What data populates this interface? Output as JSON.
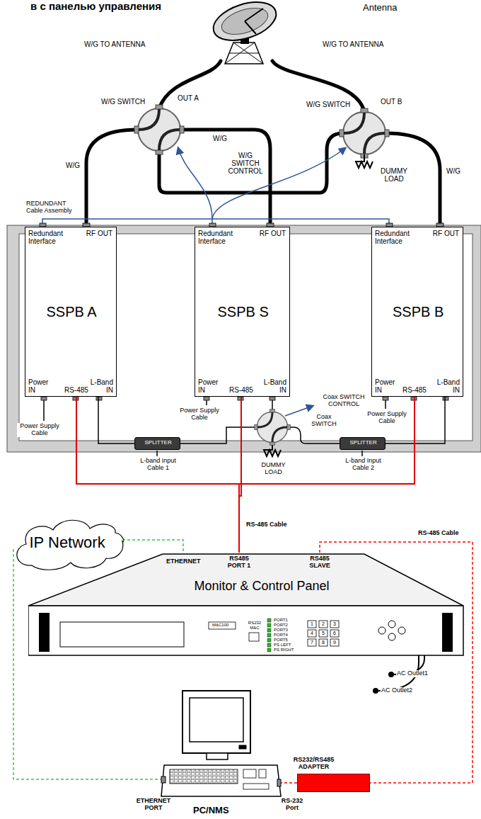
{
  "diagram": {
    "title": "в с панелью управления",
    "nodes": [
      {
        "text": [
          "Redundant Interface",
          "RF OUT",
          "SSPB A",
          "Power IN",
          "RS-485",
          "L-Band IN"
        ]
      },
      {
        "text": [
          "Redundant Interface",
          "RF OUT",
          "SSPB S",
          "Power IN",
          "RS-485",
          "L-Band IN"
        ]
      },
      {
        "text": [
          "Redundant Interface",
          "RF OUT",
          "SSPB B",
          "Power IN",
          "RS-485",
          "L-Band IN"
        ]
      },
      {
        "text": [
          "SPLITTER"
        ]
      },
      {
        "text": [
          "SPLITTER"
        ]
      },
      {
        "text": [
          "IP Network"
        ]
      },
      {
        "text": [
          "Monitor & Control Panel",
          "ETHERNET",
          "RS485 PORT 1",
          "RS485 SLAVE"
        ]
      },
      {
        "text": [
          "RS232/RS485 ADAPTER"
        ]
      }
    ],
    "edges": [
      {
        "from": 3,
        "to": 0,
        "arrow": "none"
      },
      {
        "from": 4,
        "to": 2,
        "arrow": "none"
      },
      {
        "from": 0,
        "to": 6,
        "arrow": "none"
      },
      {
        "from": 1,
        "to": 6,
        "label": "RS-485 Cable",
        "arrow": "none"
      },
      {
        "from": 2,
        "to": 6,
        "arrow": "none"
      },
      {
        "from": 5,
        "to": 6,
        "arrow": "none"
      },
      {
        "from": 6,
        "to": 7,
        "label": "RS-485 Cable",
        "arrow": "none"
      }
    ],
    "labels": [
      "Antenna",
      "W/G TO ANTENNA",
      "W/G TO ANTENNA",
      "OUT A",
      "OUT B",
      "W/G SWITCH",
      "W/G SWITCH",
      "W/G",
      "W/G",
      "W/G SWITCH CONTROL",
      "DUMMY LOAD",
      "W/G",
      "REDUNDANT Cable Assembly",
      "Coax SWITCH CONTROL",
      "Coax SWITCH",
      "Power Supply Cable",
      "Power Supply Cable",
      "Power Supply Cable",
      "DUMMY LOAD",
      "L-band Input Cable 1",
      "L-band Input Cable 2",
      "AC Outlet1",
      "AC Outlet2",
      "M&C100",
      "RS232 M&C",
      "PORT1",
      "PORT2",
      "PORT3",
      "PORT4",
      "PORT5",
      "PS LEFT",
      "PS RIGHT",
      "1",
      "2",
      "3",
      "4",
      "5",
      "6",
      "7",
      "8",
      "9",
      "ETHERNET PORT",
      "PC/NMS",
      "RS-232 Port"
    ]
  }
}
